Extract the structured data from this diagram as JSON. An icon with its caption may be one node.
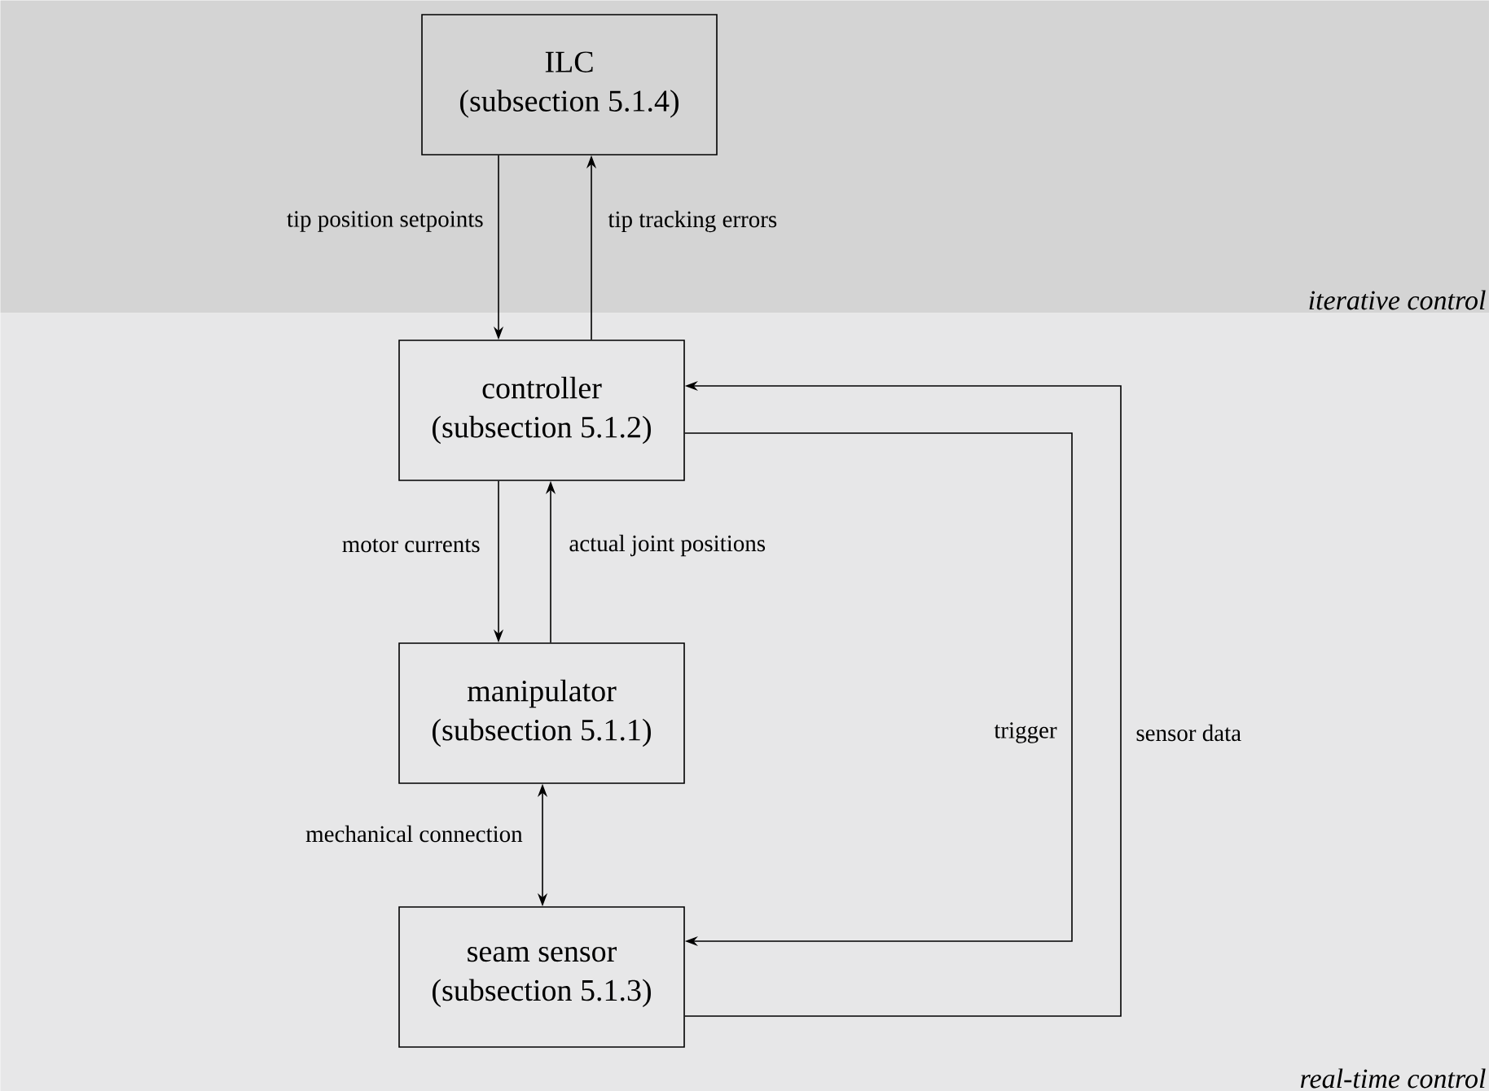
{
  "diagram": {
    "nodes": [
      {
        "text": [
          "iterative control"
        ]
      },
      {
        "text": [
          "ILC",
          "(subsection 5.1.4)"
        ],
        "in": 0
      },
      {
        "text": [
          "real-time control"
        ]
      },
      {
        "text": [
          "controller",
          "(subsection 5.1.2)"
        ],
        "in": 2
      },
      {
        "text": [
          "manipulator",
          "(subsection 5.1.1)"
        ],
        "in": 2
      },
      {
        "text": [
          "seam sensor",
          "(subsection 5.1.3)"
        ],
        "in": 2
      }
    ],
    "edges": [
      {
        "from": 1,
        "to": 3,
        "arrow": "to",
        "label": "tip position setpoints"
      },
      {
        "from": 3,
        "to": 1,
        "arrow": "to",
        "label": "tip tracking errors"
      },
      {
        "from": 3,
        "to": 4,
        "arrow": "to",
        "label": "motor currents"
      },
      {
        "from": 4,
        "to": 3,
        "arrow": "to",
        "label": "actual joint positions"
      },
      {
        "from": 4,
        "to": 5,
        "arrow": "both",
        "label": "mechanical connection"
      },
      {
        "from": 3,
        "to": 5,
        "arrow": "to",
        "label": "trigger"
      },
      {
        "from": 5,
        "to": 3,
        "arrow": "to",
        "label": "sensor data"
      }
    ]
  }
}
